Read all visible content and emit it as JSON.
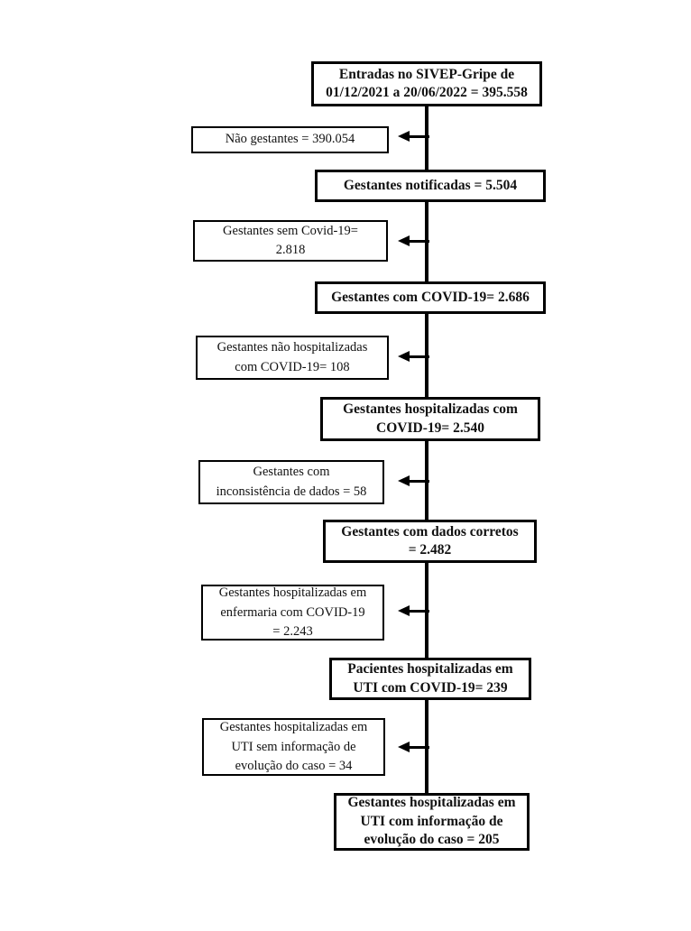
{
  "flow": {
    "title": "Fluxograma de seleção de gestantes SIVEP-Gripe",
    "colors": {
      "background": "#ffffff",
      "box_border": "#000000",
      "line": "#000000",
      "text": "#111111"
    },
    "main_boxes": [
      {
        "text": "Entradas no SIVEP-Gripe de\n01/12/2021 a 20/06/2022 = 395.558",
        "value": "395.558"
      },
      {
        "text": "Gestantes notificadas = 5.504",
        "value": "5.504"
      },
      {
        "text": "Gestantes com COVID-19= 2.686",
        "value": "2.686"
      },
      {
        "text": "Gestantes hospitalizadas com\nCOVID-19= 2.540",
        "value": "2.540"
      },
      {
        "text": "Gestantes com dados corretos\n= 2.482",
        "value": "2.482"
      },
      {
        "text": "Pacientes hospitalizadas em\nUTI com COVID-19= 239",
        "value": "239"
      },
      {
        "text": "Gestantes hospitalizadas em\nUTI com informação de\nevolução do caso = 205",
        "value": "205"
      }
    ],
    "side_boxes": [
      {
        "text": "Não gestantes = 390.054",
        "value": "390.054"
      },
      {
        "text": "Gestantes sem Covid-19=\n2.818",
        "value": "2.818"
      },
      {
        "text": "Gestantes não hospitalizadas\ncom COVID-19= 108",
        "value": "108"
      },
      {
        "text": "Gestantes com\ninconsistência de dados = 58",
        "value": "58"
      },
      {
        "text": "Gestantes hospitalizadas em\nenfermaria com COVID-19\n= 2.243",
        "value": "2.243"
      },
      {
        "text": "Gestantes hospitalizadas em\nUTI sem informação de\nevolução do caso = 34",
        "value": "34"
      }
    ]
  }
}
